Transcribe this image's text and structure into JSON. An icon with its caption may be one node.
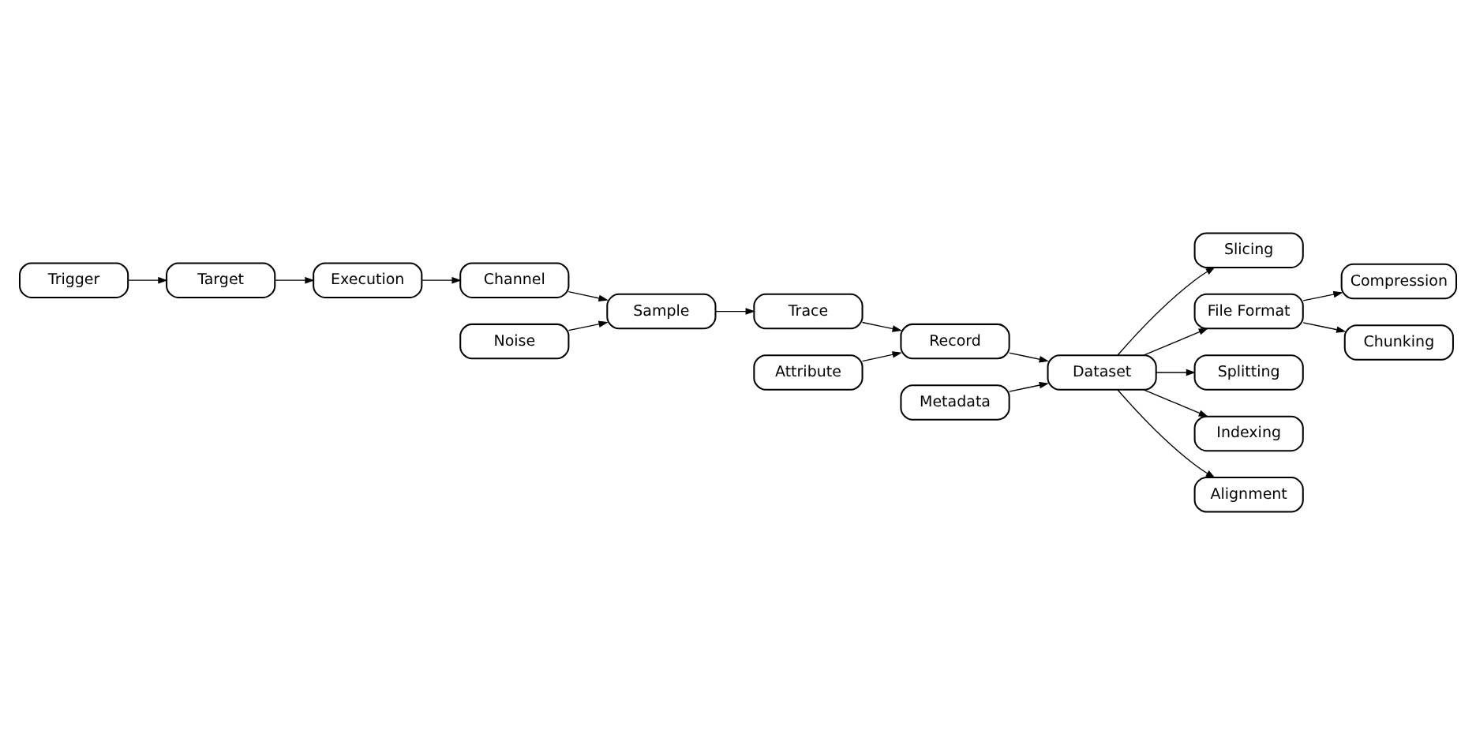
{
  "diagram": {
    "nodes": [
      {
        "text": [
          "Trigger"
        ]
      },
      {
        "text": [
          "Target"
        ]
      },
      {
        "text": [
          "Execution"
        ]
      },
      {
        "text": [
          "Channel"
        ]
      },
      {
        "text": [
          "Noise"
        ]
      },
      {
        "text": [
          "Attribute"
        ]
      },
      {
        "text": [
          "Sample"
        ]
      },
      {
        "text": [
          "Record"
        ]
      },
      {
        "text": [
          "Trace"
        ]
      },
      {
        "text": [
          "Metadata"
        ]
      },
      {
        "text": [
          "Dataset"
        ]
      },
      {
        "text": [
          "Slicing"
        ]
      },
      {
        "text": [
          "File Format"
        ]
      },
      {
        "text": [
          "Compression"
        ]
      },
      {
        "text": [
          "Chunking"
        ]
      },
      {
        "text": [
          "Splitting"
        ]
      },
      {
        "text": [
          "Indexing"
        ]
      },
      {
        "text": [
          "Alignment"
        ]
      }
    ],
    "edges": [
      {
        "from": 0,
        "to": 1,
        "arrow": "to"
      },
      {
        "from": 1,
        "to": 2,
        "arrow": "to"
      },
      {
        "from": 2,
        "to": 3,
        "arrow": "to"
      },
      {
        "from": 3,
        "to": 6,
        "arrow": "to"
      },
      {
        "from": 4,
        "to": 6,
        "arrow": "to"
      },
      {
        "from": 6,
        "to": 8,
        "arrow": "to"
      },
      {
        "from": 8,
        "to": 7,
        "arrow": "to"
      },
      {
        "from": 5,
        "to": 7,
        "arrow": "to"
      },
      {
        "from": 7,
        "to": 10,
        "arrow": "to"
      },
      {
        "from": 9,
        "to": 10,
        "arrow": "to"
      },
      {
        "from": 10,
        "to": 12,
        "arrow": "to"
      },
      {
        "from": 12,
        "to": 13,
        "arrow": "to"
      },
      {
        "from": 12,
        "to": 14,
        "arrow": "to"
      },
      {
        "from": 10,
        "to": 15,
        "arrow": "to"
      },
      {
        "from": 10,
        "to": 16,
        "arrow": "to"
      },
      {
        "from": 10,
        "to": 17,
        "arrow": "to"
      },
      {
        "from": 10,
        "to": 11,
        "arrow": "to"
      }
    ]
  }
}
